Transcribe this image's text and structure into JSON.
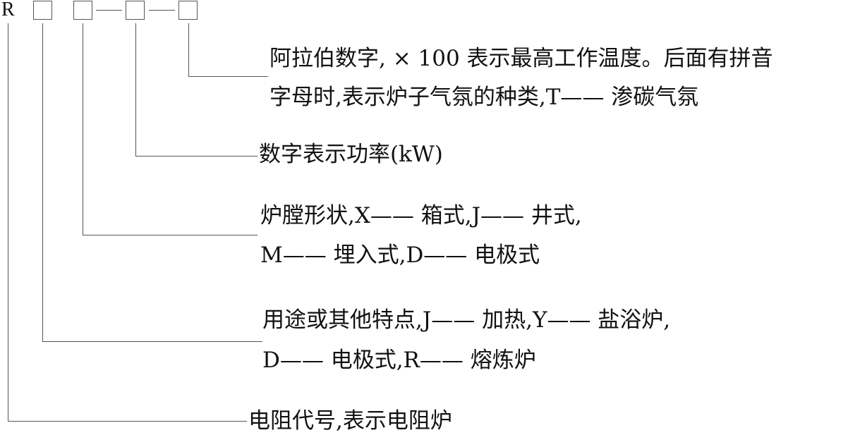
{
  "code": {
    "letter": "R",
    "placeholders": 4,
    "separator": "—"
  },
  "annotations": [
    {
      "id": "temperature",
      "target": "box-4",
      "lines": [
        "阿拉伯数字, × 100 表示最高工作温度。后面有拼音",
        "字母时,表示炉子气氛的种类,T—— 渗碳气氛"
      ]
    },
    {
      "id": "power",
      "target": "box-3",
      "lines": [
        "数字表示功率(kW)"
      ]
    },
    {
      "id": "chamber-shape",
      "target": "box-2",
      "lines": [
        "炉膛形状,X—— 箱式,J—— 井式,",
        "M—— 埋入式,D—— 电极式"
      ]
    },
    {
      "id": "purpose",
      "target": "box-1",
      "lines": [
        "用途或其他特点,J—— 加热,Y—— 盐浴炉,",
        "D—— 电极式,R—— 熔炼炉"
      ]
    },
    {
      "id": "resistance-code",
      "target": "letter-R",
      "lines": [
        "电阻代号,表示电阻炉"
      ]
    }
  ],
  "colors": {
    "line": "#555555",
    "text": "#111111",
    "background": "#ffffff"
  }
}
